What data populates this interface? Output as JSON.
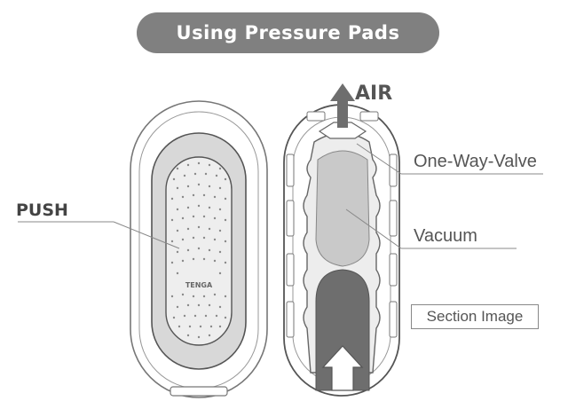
{
  "title": "Using Pressure Pads",
  "labels": {
    "push": "PUSH",
    "air": "AIR",
    "valve": "One-Way-Valve",
    "vacuum": "Vacuum",
    "section": "Section Image"
  },
  "brand": "TENGA",
  "colors": {
    "pill": "#808080",
    "outline": "#555555",
    "pad_fill": "#e6e6e6",
    "vacuum_fill": "#c9c9c9",
    "plunger_fill": "#6e6e6e"
  }
}
